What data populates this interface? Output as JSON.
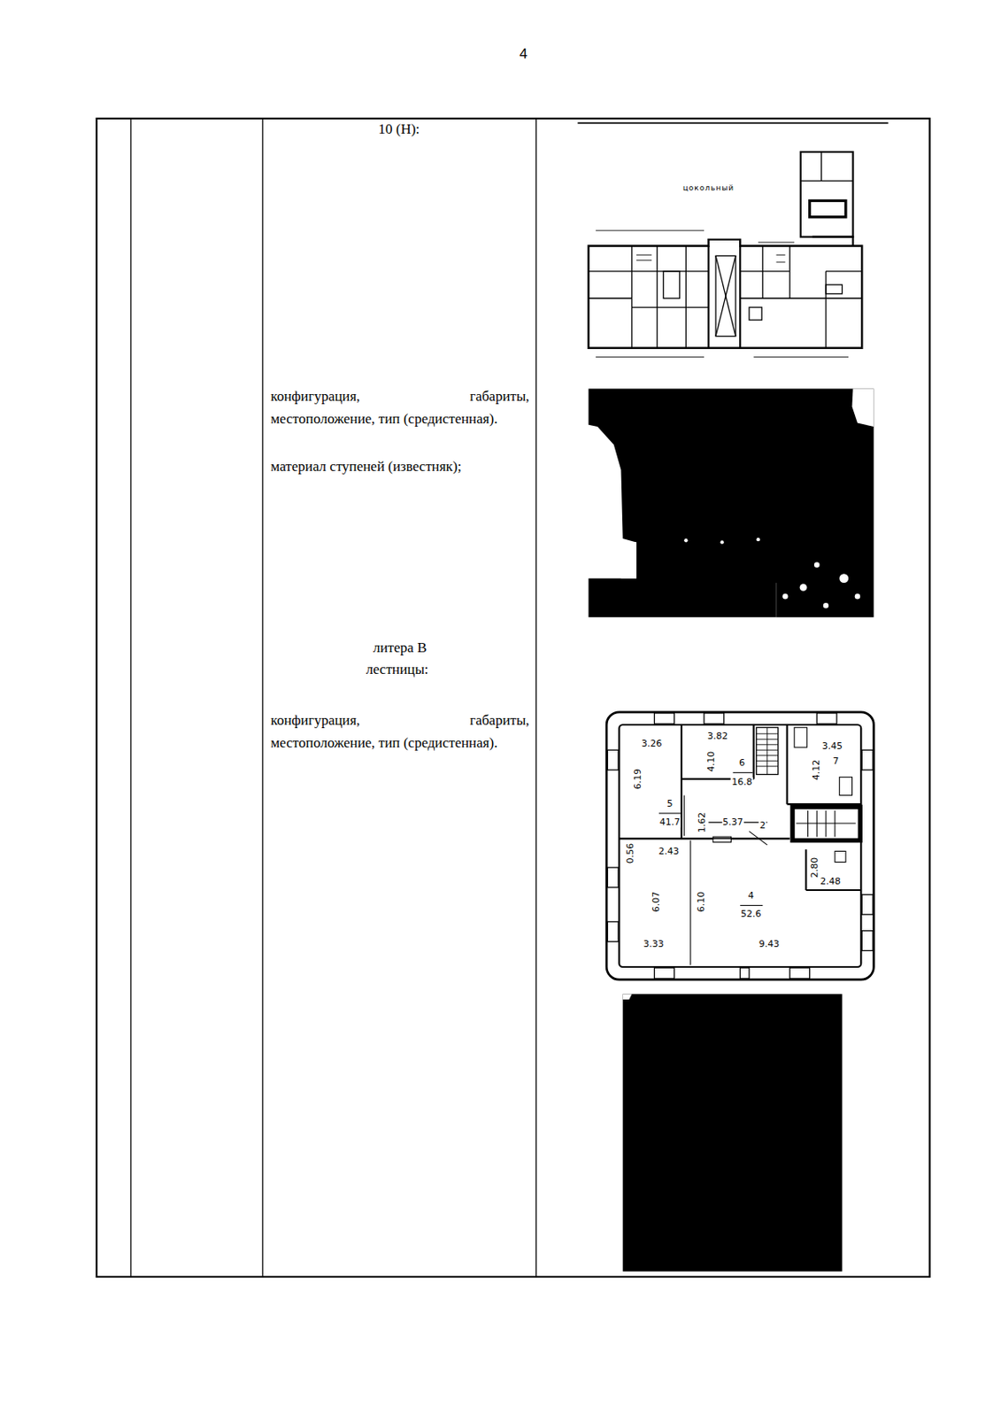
{
  "diagram": {
    "labels": [
      "4",
      "10 (Н):",
      "цокольный",
      "конфигурация, габариты, местоположение, тип (средистенная).",
      "материал ступеней (известняк);",
      "литера В",
      "лестницы:",
      "конфигурация, габариты, местоположение, тип (средистенная).",
      "3.26",
      "3.82",
      "6",
      "16.8",
      "4.10",
      "3.45",
      "7",
      "4.12",
      "6.19",
      "5",
      "41.7",
      "1.62",
      "5.37",
      "2",
      "0.56",
      "2.43",
      "2.80",
      "2.48",
      "4",
      "52.6",
      "6.07",
      "6.10",
      "3.33",
      "9.43"
    ]
  }
}
